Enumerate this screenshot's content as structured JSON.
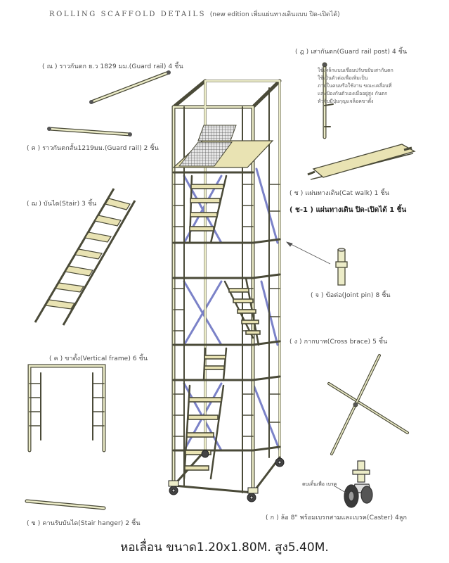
{
  "header": {
    "title": "ROLLING SCAFFOLD DETAILS",
    "subtitle": "(new edition เพิ่มแผ่นทางเดินแบบ ปิด-เปิดได้)"
  },
  "labels": {
    "guard_rail_long": "( ณ ) ราวกันตก ย.ว 1829 มม.(Guard rail) 4 ชิ้น",
    "guard_rail_short": "( ค ) ราวกันตกสั้น1219มม.(Guard rail) 2 ชิ้น",
    "stairs": "( ฌ ) บันได(Stair) 3 ชิ้น",
    "vertical_frame": "( ค ) ขาตั้ง(Vertical frame) 6 ชิ้น",
    "stair_hanger": "( ข ) คานรับบันได(Stair hanger) 2 ชิ้น",
    "guard_rail_post": "( ฎ ) เสากันตก(Guard rail post) 4 ชิ้น",
    "cat_walk": "( ช ) แผ่นทางเดิน(Cat walk) 1 ชิ้น",
    "cat_walk_open": "( ช-1 ) แผ่นทางเดิน ปิด-เปิดได้ 1 ชิ้น",
    "joint_pin": "( จ ) ข้อต่อ(Joint pin) 8 ชิ้น",
    "cross_brace": "( ง ) กากบาท(Cross brace) 5 ชิ้น",
    "caster": "( ก ) ล้อ 8\" พร้อมเบรกสามและเบรค(Caster) 4ลูก",
    "wheel_brake": "ตบเดิ้นเพื่อ เบรค"
  },
  "note_lines": [
    "ใช้เหล็กแบนเชื่อมปรับขยับเสากันตก",
    "ใช้เป็นตัวต่อเพื่อเพิ่มเป็น",
    "ภายในคนหรือใช้งาน ขณะเคลื่อนที่",
    "และป้องกันตัวเองเมื่ออยู่สูง กันตก",
    "หัวจับมีปุ่มกุญแจล็อคขาตั้ง"
  ],
  "caption": "หอเลื่อน ขนาด1.20x1.80M. สูง5.40M.",
  "colors": {
    "tube": "#ececc8",
    "tube_stroke": "#4a4a38",
    "brace": "#7b82c8",
    "board": "#e9e3b3",
    "dark": "#333333"
  }
}
